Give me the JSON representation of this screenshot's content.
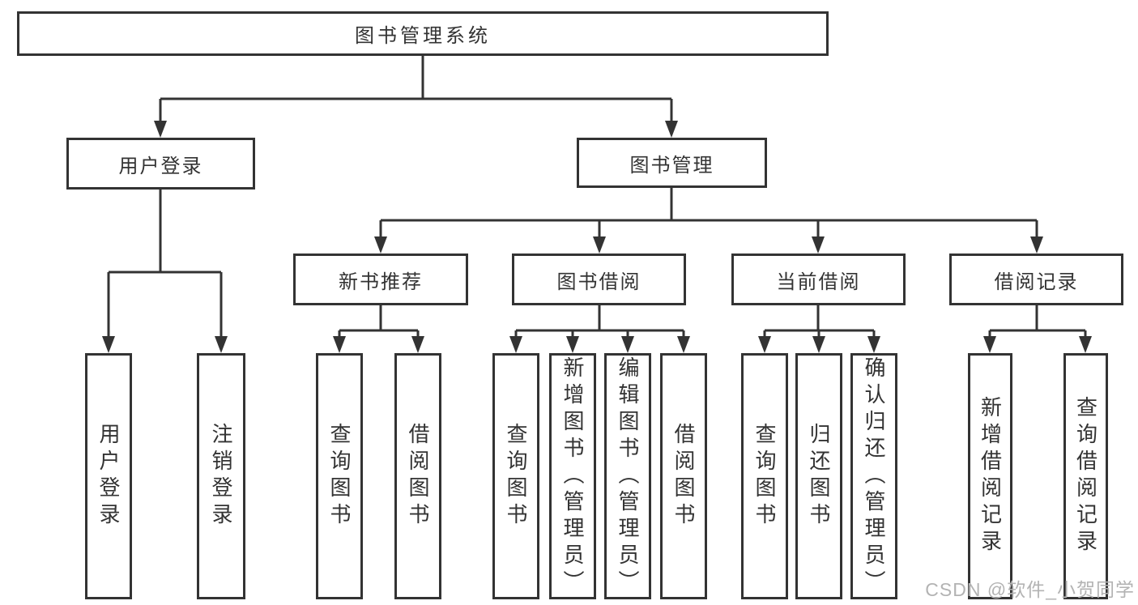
{
  "diagram": {
    "root": {
      "label": "图书管理系统"
    },
    "branches": [
      {
        "label": "用户登录",
        "children": [
          {
            "label": "用户登录"
          },
          {
            "label": "注销登录"
          }
        ]
      },
      {
        "label": "图书管理",
        "children": [
          {
            "label": "新书推荐",
            "children": [
              {
                "label": "查询图书"
              },
              {
                "label": "借阅图书"
              }
            ]
          },
          {
            "label": "图书借阅",
            "children": [
              {
                "label": "查询图书"
              },
              {
                "label": "新增图书（管理员）"
              },
              {
                "label": "编辑图书（管理员）"
              },
              {
                "label": "借阅图书"
              }
            ]
          },
          {
            "label": "当前借阅",
            "children": [
              {
                "label": "查询图书"
              },
              {
                "label": "归还图书"
              },
              {
                "label": "确认归还（管理员）"
              }
            ]
          },
          {
            "label": "借阅记录",
            "children": [
              {
                "label": "新增借阅记录"
              },
              {
                "label": "查询借阅记录"
              }
            ]
          }
        ]
      }
    ]
  },
  "watermark": {
    "text": "CSDN @软件_小贺同学"
  },
  "colors": {
    "line": "#333333",
    "box_border": "#333333",
    "text": "#333333",
    "watermark": "#b3b3b3",
    "background": "#ffffff"
  }
}
